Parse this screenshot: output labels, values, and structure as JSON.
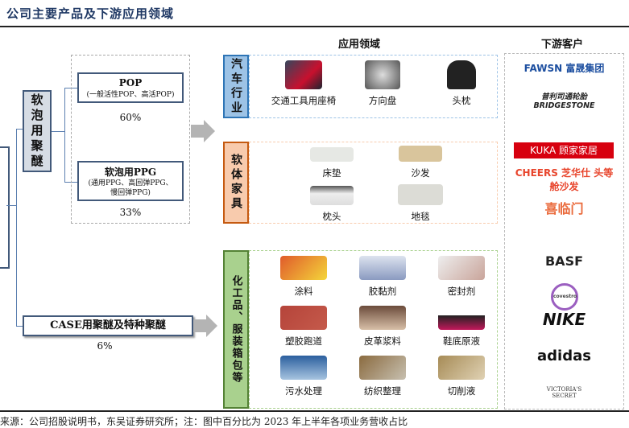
{
  "title": "公司主要产品及下游应用领域",
  "footer": "来源：公司招股说明书，东吴证券研究所；注：图中百分比为 2023 年上半年各项业务营收占比",
  "products": {
    "soft_foam_polyether": "软泡用聚醚",
    "pop": {
      "name": "POP",
      "desc": "(一般活性POP、高活POP)",
      "share": "60%"
    },
    "ppg": {
      "name": "软泡用PPG",
      "desc": "(通用PPG、高回弹PPG、慢回弹PPG)",
      "share": "33%"
    },
    "case": {
      "name": "CASE用聚醚及特种聚醚",
      "share": "6%"
    }
  },
  "headers": {
    "applications": "应用领域",
    "customers": "下游客户"
  },
  "sectors": {
    "auto": {
      "label": "汽车行业",
      "items": [
        "交通工具用座椅",
        "方向盘",
        "头枕"
      ]
    },
    "furniture": {
      "label": "软体家具",
      "items": [
        "床垫",
        "沙发",
        "枕头",
        "地毯"
      ]
    },
    "chemical": {
      "label": "化工品、服装箱包等",
      "items": [
        "涂料",
        "胶黏剂",
        "密封剂",
        "塑胶跑道",
        "皮革浆料",
        "鞋底原液",
        "污水处理",
        "纺织整理",
        "切削液"
      ]
    }
  },
  "customers": [
    "FAWSN 富晟集团",
    "普利司通轮胎 BRIDGESTONE",
    "KUKA 顾家家居",
    "CHEERS 芝华仕 头等舱沙发",
    "喜临门",
    "BASF",
    "covestro",
    "NIKE",
    "adidas",
    "VICTORIA'S SECRET"
  ],
  "colors": {
    "navy": "#42597a",
    "auto": "#9dc3e6",
    "furniture": "#f8cbad",
    "chemical": "#a9d18e"
  }
}
